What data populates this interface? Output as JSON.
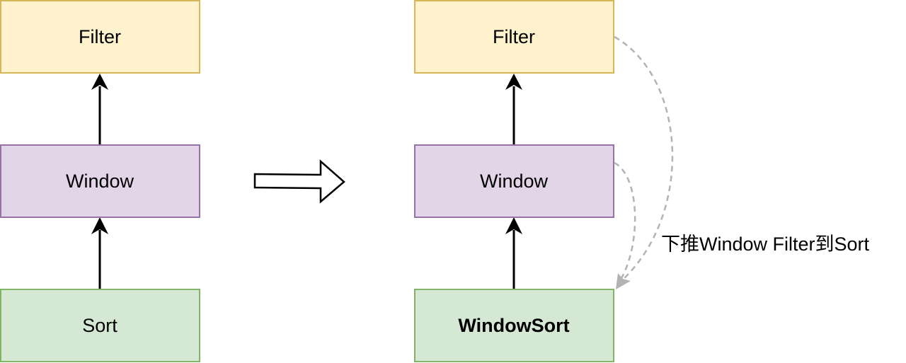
{
  "colors": {
    "filter_fill": "#fff2cc",
    "filter_stroke": "#d6b656",
    "window_fill": "#e1d5e7",
    "window_stroke": "#9673a6",
    "sort_fill": "#d5e8d4",
    "sort_stroke": "#82b366",
    "arrow": "#000000",
    "dashed_arrow": "#b3b3b3"
  },
  "left": {
    "filter_label": "Filter",
    "window_label": "Window",
    "sort_label": "Sort"
  },
  "right": {
    "filter_label": "Filter",
    "window_label": "Window",
    "sort_label": "WindowSort"
  },
  "annotation": {
    "text": "下推Window Filter到Sort"
  }
}
